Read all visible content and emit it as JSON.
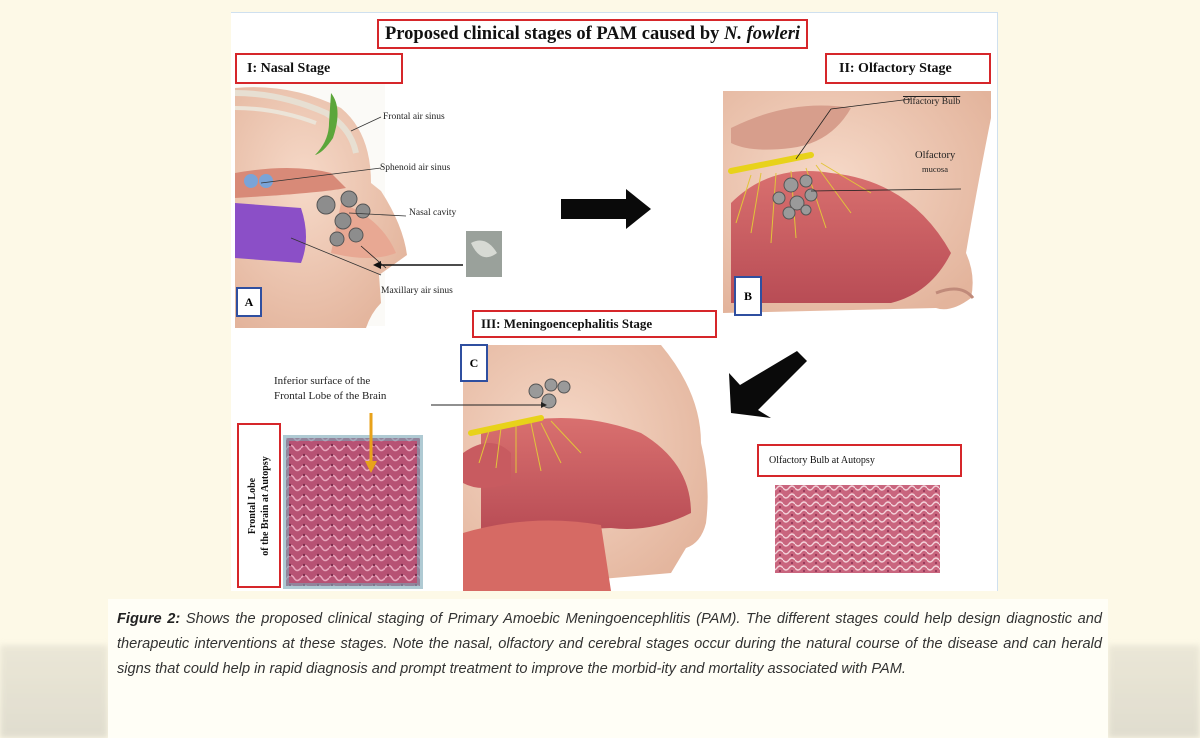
{
  "figure": {
    "title_main": "Proposed clinical stages of PAM caused by ",
    "title_species": "N. fowleri",
    "stage1": "I: Nasal Stage",
    "stage2": "II: Olfactory Stage",
    "stage3": "III: Meningoencephalitis Stage",
    "panel_a": "A",
    "panel_b": "B",
    "panel_c": "C",
    "label_frontal_sinus": "Frontal air sinus",
    "label_sphenoid_sinus": "Sphenoid air sinus",
    "label_nasal_cavity": "Nasal cavity",
    "label_maxillary_sinus": "Maxillary air sinus",
    "label_olfactory_bulb": "Olfactory Bulb",
    "label_olfactory_mucosa_1": "Olfactory",
    "label_olfactory_mucosa_2": "mucosa",
    "label_inferior_1": "Inferior surface of the",
    "label_inferior_2": "Frontal Lobe  of  the Brain",
    "label_autopsy_bulb": "Olfactory Bulb at Autopsy",
    "label_vertical_1": "Frontal Lobe",
    "label_vertical_2": "of  the Brain at Autopsy"
  },
  "caption": {
    "figure_label": "Figure 2:",
    "text": " Shows the proposed clinical staging of Primary Amoebic Meningoencephlitis (PAM). The different stages could help design diagnostic and therapeutic interventions at these stages. Note the nasal, olfactory and cerebral stages occur during the natural course of the disease and can herald signs that could help in rapid diagnosis and prompt treatment to improve the morbid-ity and mortality associated with PAM."
  },
  "colors": {
    "stage_border": "#d6262a",
    "panel_border": "#2f4fa0",
    "nerve": "#e8d21a",
    "background": "#fdf9e7"
  }
}
